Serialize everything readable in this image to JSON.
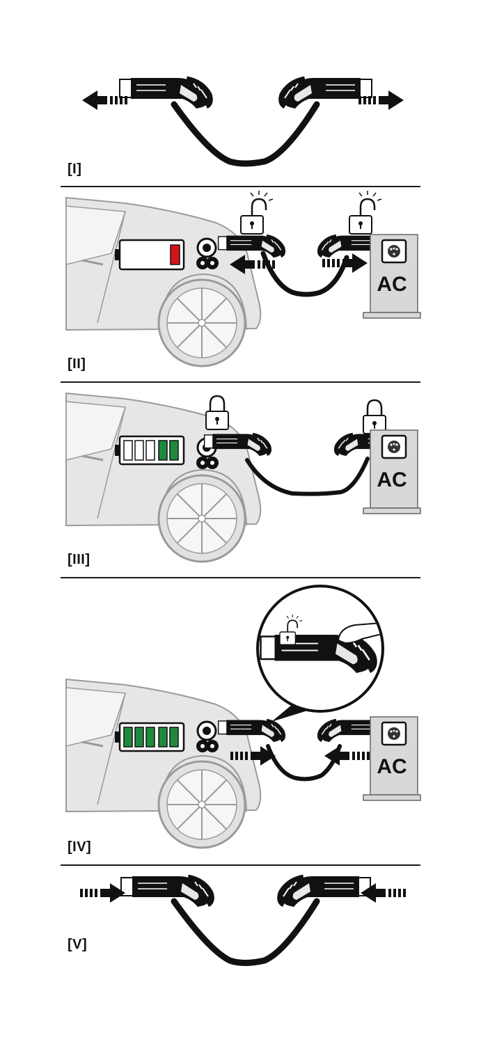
{
  "steps": [
    {
      "label": "[I]"
    },
    {
      "label": "[II]",
      "station_label": "AC",
      "battery_state": "low",
      "charge_level": 0.2
    },
    {
      "label": "[III]",
      "station_label": "AC",
      "battery_state": "charging",
      "charge_level": 0.4
    },
    {
      "label": "[IV]",
      "station_label": "AC",
      "battery_state": "full",
      "charge_level": 1.0
    },
    {
      "label": "[V]"
    }
  ],
  "colors": {
    "line": "#111111",
    "car_body": "#e3e3e3",
    "car_outline": "#9a9a9a",
    "station": "#d6d6d6",
    "battery_green": "#1f8a3c",
    "battery_red": "#d4141b"
  },
  "icons": [
    "cable-icon",
    "arrow-icon",
    "lock-icon",
    "unlock-icon",
    "battery-icon",
    "charging-station-icon",
    "socket-icon",
    "car-icon",
    "finger-icon",
    "magnifier-bubble-icon"
  ]
}
